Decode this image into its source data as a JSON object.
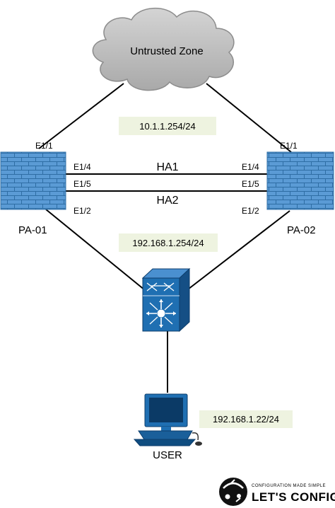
{
  "cloud": {
    "label": "Untrusted Zone"
  },
  "networks": {
    "wan": "10.1.1.254/24",
    "lan": "192.168.1.254/24",
    "user": "192.168.1.22/24"
  },
  "devices": {
    "fw1": {
      "name": "PA-01",
      "port_top": "E1/1",
      "port_ha1": "E1/4",
      "port_ha2": "E1/5",
      "port_bottom": "E1/2"
    },
    "fw2": {
      "name": "PA-02",
      "port_top": "E1/1",
      "port_ha1": "E1/4",
      "port_ha2": "E1/5",
      "port_bottom": "E1/2"
    },
    "user": {
      "name": "USER"
    }
  },
  "links": {
    "ha1": "HA1",
    "ha2": "HA2"
  },
  "branding": {
    "tagline": "CONFIGURATION MADE SIMPLE",
    "name": "LET'S CONFIG"
  },
  "colors": {
    "firewall": "#5b9bd5",
    "switch": "#1f6fb2",
    "label_box": "#eef3e0",
    "cloud": "#c0c0c0"
  }
}
